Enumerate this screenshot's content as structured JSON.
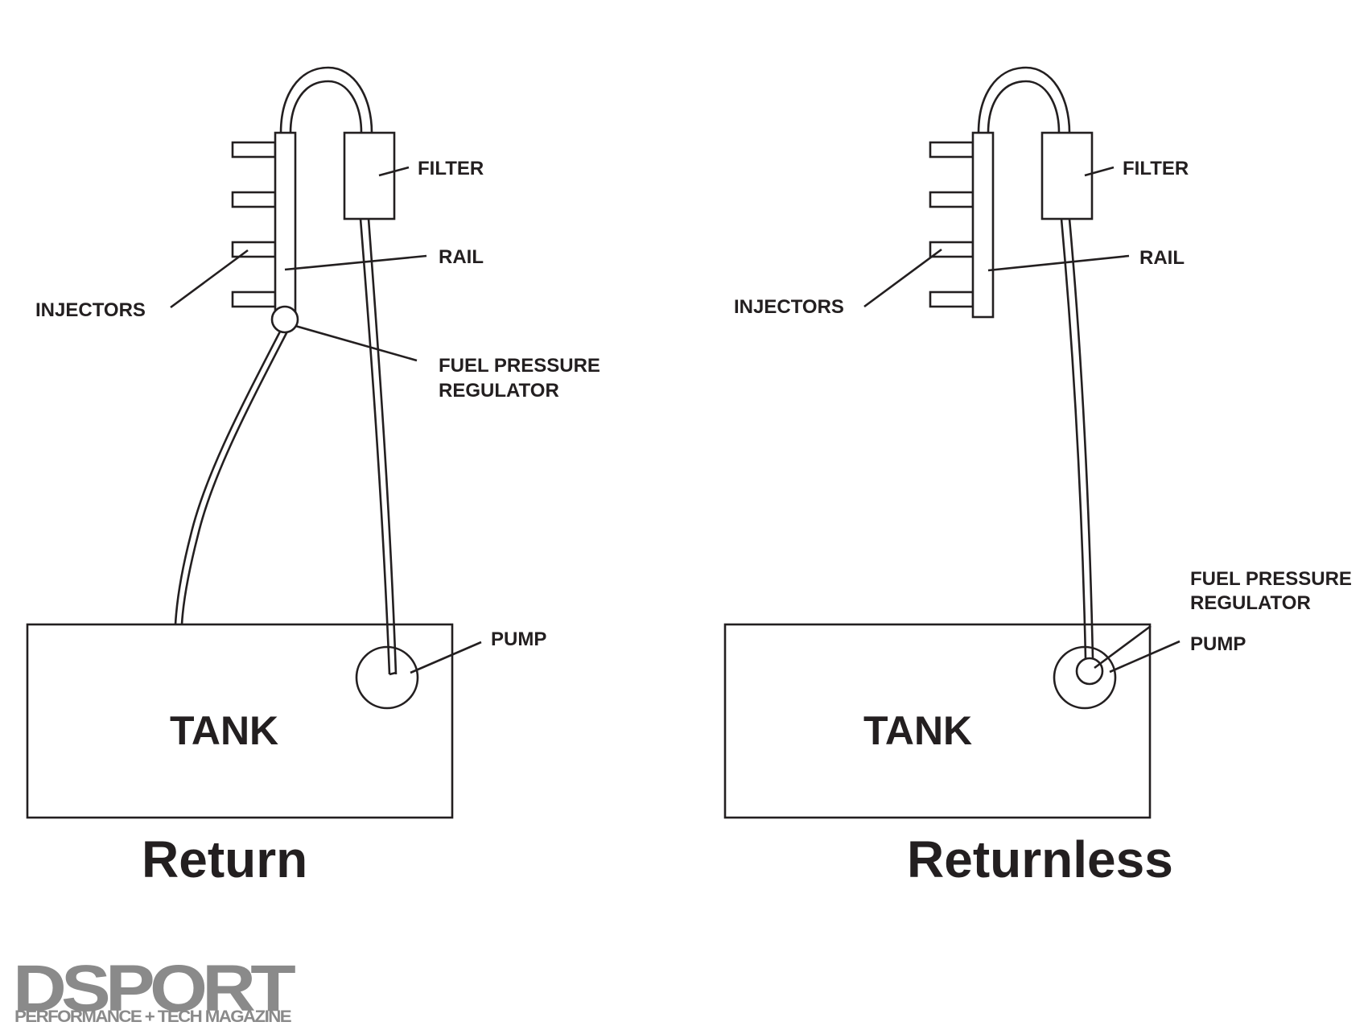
{
  "return_diagram": {
    "title": "Return",
    "labels": {
      "filter": "FILTER",
      "rail": "RAIL",
      "injectors": "INJECTORS",
      "regulator_line1": "FUEL PRESSURE",
      "regulator_line2": "REGULATOR",
      "pump": "PUMP",
      "tank": "TANK"
    }
  },
  "returnless_diagram": {
    "title": "Returnless",
    "labels": {
      "filter": "FILTER",
      "rail": "RAIL",
      "injectors": "INJECTORS",
      "regulator_line1": "FUEL PRESSURE",
      "regulator_line2": "REGULATOR",
      "pump": "PUMP",
      "tank": "TANK"
    }
  },
  "logo": {
    "brand": "DSPORT",
    "tagline": "PERFORMANCE + TECH MAGAZINE"
  }
}
